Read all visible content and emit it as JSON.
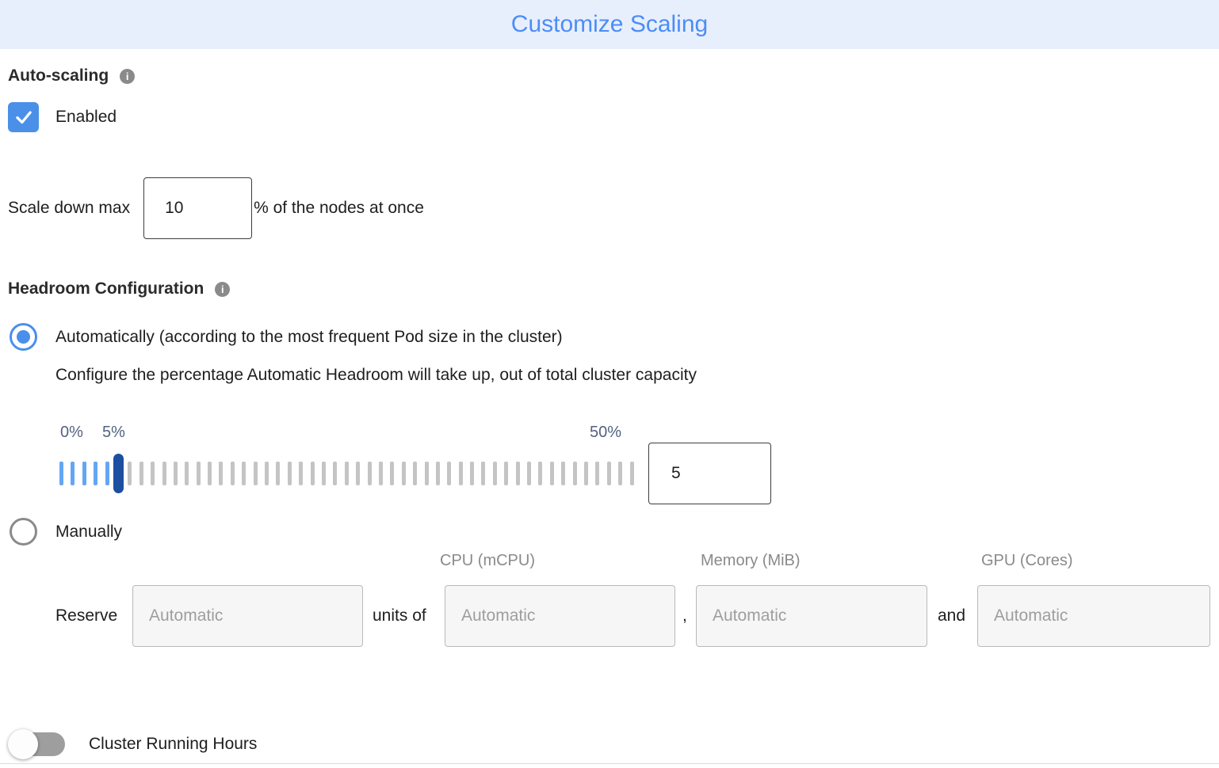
{
  "header": {
    "title": "Customize Scaling"
  },
  "auto_scaling": {
    "label": "Auto-scaling",
    "checkbox_label": "Enabled",
    "checked": true
  },
  "scale_down": {
    "prefix": "Scale down max",
    "value": "10",
    "suffix": "% of the nodes at once"
  },
  "headroom": {
    "label": "Headroom Configuration",
    "auto_option": "Automatically (according to the most frequent Pod size in the cluster)",
    "auto_description": "Configure the percentage Automatic Headroom will take up, out of total cluster capacity",
    "manual_option": "Manually",
    "slider": {
      "min_label": "0%",
      "current_label": "5%",
      "max_label": "50%",
      "value": "5",
      "total_ticks": 51,
      "filled_ticks": 6,
      "handle_index": 5,
      "colors": {
        "filled": "#64a6f4",
        "empty": "#c4c4c4",
        "handle": "#1d4fa1"
      }
    }
  },
  "manual_reserve": {
    "columns": [
      "CPU (mCPU)",
      "Memory (MiB)",
      "GPU (Cores)"
    ],
    "reserve_label": "Reserve",
    "units_of_label": "units of",
    "comma": ",",
    "and_label": "and",
    "placeholders": [
      "Automatic",
      "Automatic",
      "Automatic",
      "Automatic"
    ]
  },
  "footer": {
    "toggle_label": "Cluster Running Hours",
    "toggle_on": false
  },
  "colors": {
    "accent_blue": "#4a8fea",
    "title_blue": "#4c8df6",
    "header_bg": "#e8effc"
  }
}
